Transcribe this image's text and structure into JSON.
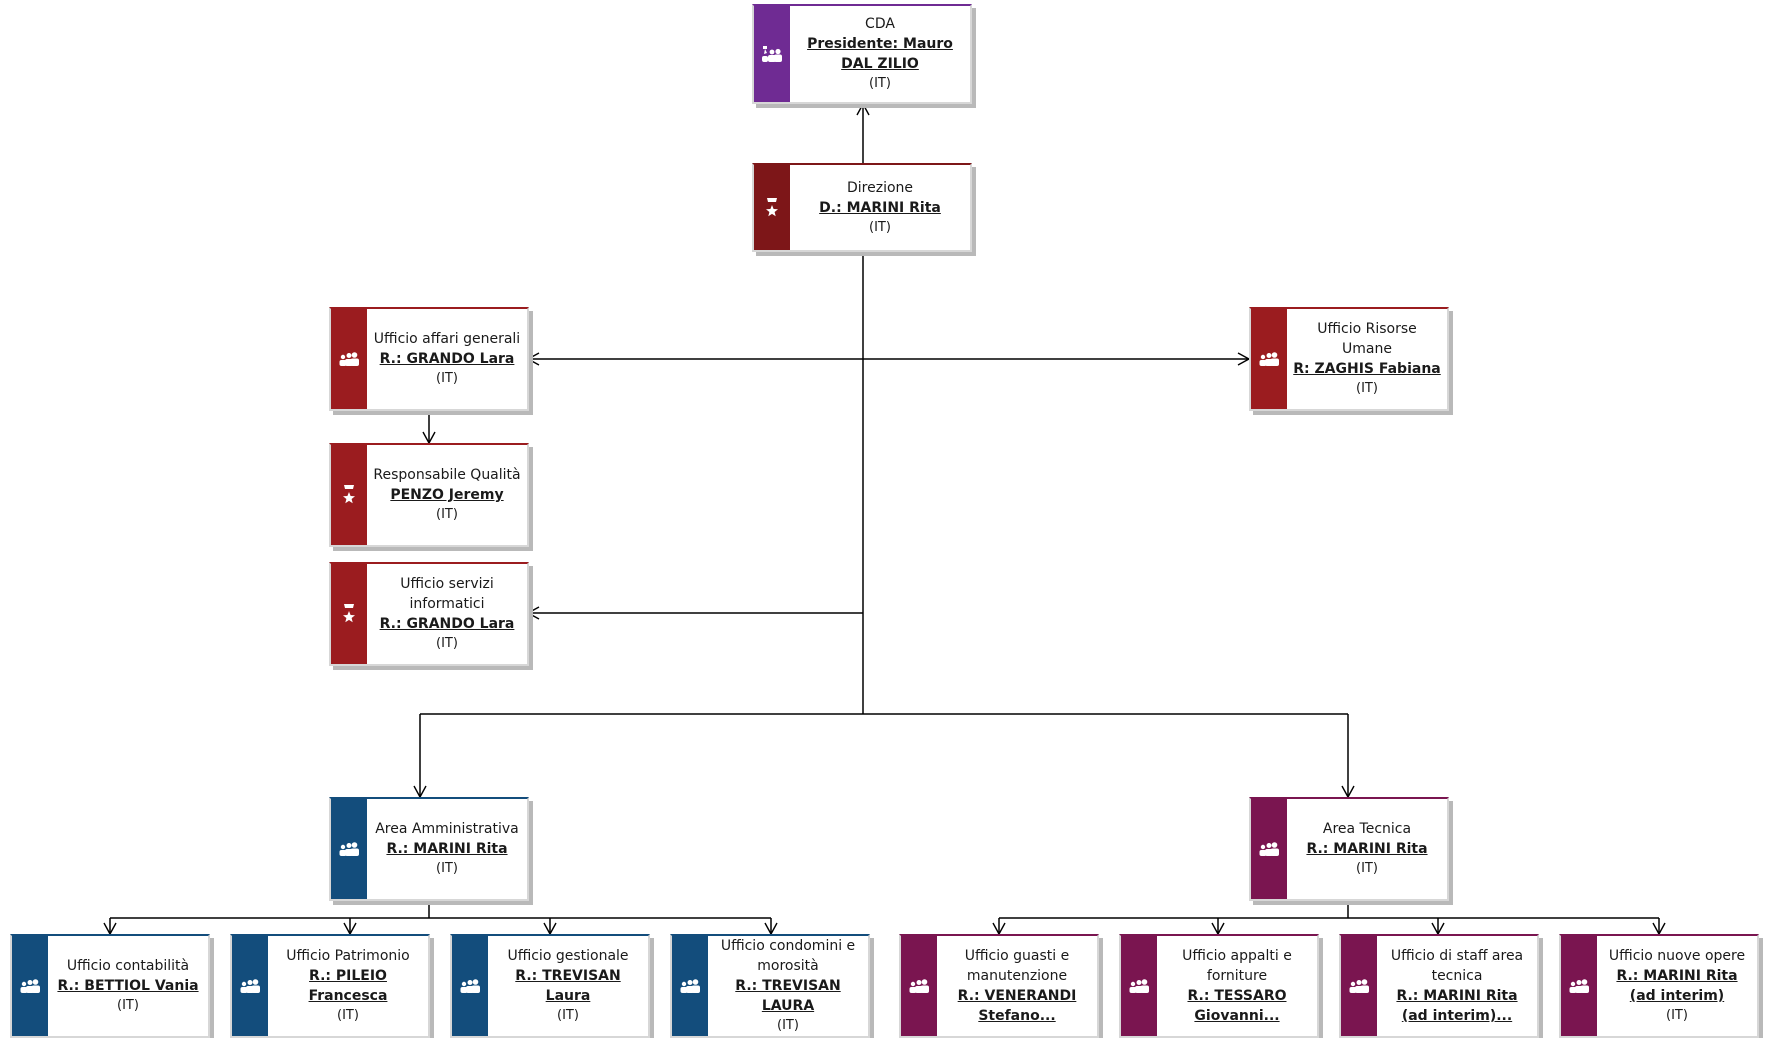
{
  "colors": {
    "purple": "#6f2b93",
    "darkred": "#7d1618",
    "red": "#9b1c1f",
    "blue": "#134d7c",
    "plum": "#7a1550"
  },
  "nodes": {
    "cda": {
      "title": "CDA",
      "person": "Presidente: Mauro DAL ZILIO",
      "note": "(IT)",
      "icon": "board-icon",
      "color": "purple"
    },
    "direzione": {
      "title": "Direzione",
      "person": "D.: MARINI Rita",
      "note": "(IT)",
      "icon": "star-person-icon",
      "color": "darkred"
    },
    "affari": {
      "title": "Ufficio affari generali",
      "person": "R.: GRANDO Lara",
      "note": "(IT)",
      "icon": "group-icon",
      "color": "red"
    },
    "risorse": {
      "title": "Ufficio Risorse Umane",
      "person": "R: ZAGHIS Fabiana",
      "note": "(IT)",
      "icon": "group-icon",
      "color": "red"
    },
    "qualita": {
      "title": "Responsabile Qualità",
      "person": "PENZO Jeremy",
      "note": "(IT)",
      "icon": "star-person-icon",
      "color": "red"
    },
    "servizi": {
      "title": "Ufficio servizi informatici",
      "person": "R.: GRANDO Lara",
      "note": "(IT)",
      "icon": "star-person-icon",
      "color": "red"
    },
    "amministrativa": {
      "title": "Area Amministrativa",
      "person": "R.: MARINI Rita",
      "note": "(IT)",
      "icon": "group-icon",
      "color": "blue"
    },
    "tecnica": {
      "title": "Area Tecnica",
      "person": "R.: MARINI Rita",
      "note": "(IT)",
      "icon": "group-icon",
      "color": "plum"
    },
    "contabilita": {
      "title": "Ufficio contabilità",
      "person": "R.: BETTIOL Vania",
      "note": "(IT)",
      "icon": "group-icon",
      "color": "blue"
    },
    "patrimonio": {
      "title": "Ufficio Patrimonio",
      "person": "R.: PILEIO Francesca",
      "note": "(IT)",
      "icon": "group-icon",
      "color": "blue"
    },
    "gestionale": {
      "title": "Ufficio gestionale",
      "person": "R.: TREVISAN Laura",
      "note": "(IT)",
      "icon": "group-icon",
      "color": "blue"
    },
    "condomini": {
      "title": "Ufficio condomini e morosità",
      "person": "R.: TREVISAN LAURA",
      "note": "(IT)",
      "icon": "group-icon",
      "color": "blue"
    },
    "guasti": {
      "title": "Ufficio guasti e manutenzione",
      "person": "R.: VENERANDI Stefano...",
      "note": "",
      "icon": "group-icon",
      "color": "plum"
    },
    "appalti": {
      "title": "Ufficio appalti e forniture",
      "person": "R.: TESSARO Giovanni...",
      "note": "",
      "icon": "group-icon",
      "color": "plum"
    },
    "staff": {
      "title": "Ufficio di staff area tecnica",
      "person": "R.: MARINI Rita (ad interim)...",
      "note": "",
      "icon": "group-icon",
      "color": "plum"
    },
    "nuove": {
      "title": "Ufficio nuove opere",
      "person": "R.: MARINI Rita (ad interim)",
      "note": "(IT)",
      "icon": "group-icon",
      "color": "plum"
    }
  }
}
